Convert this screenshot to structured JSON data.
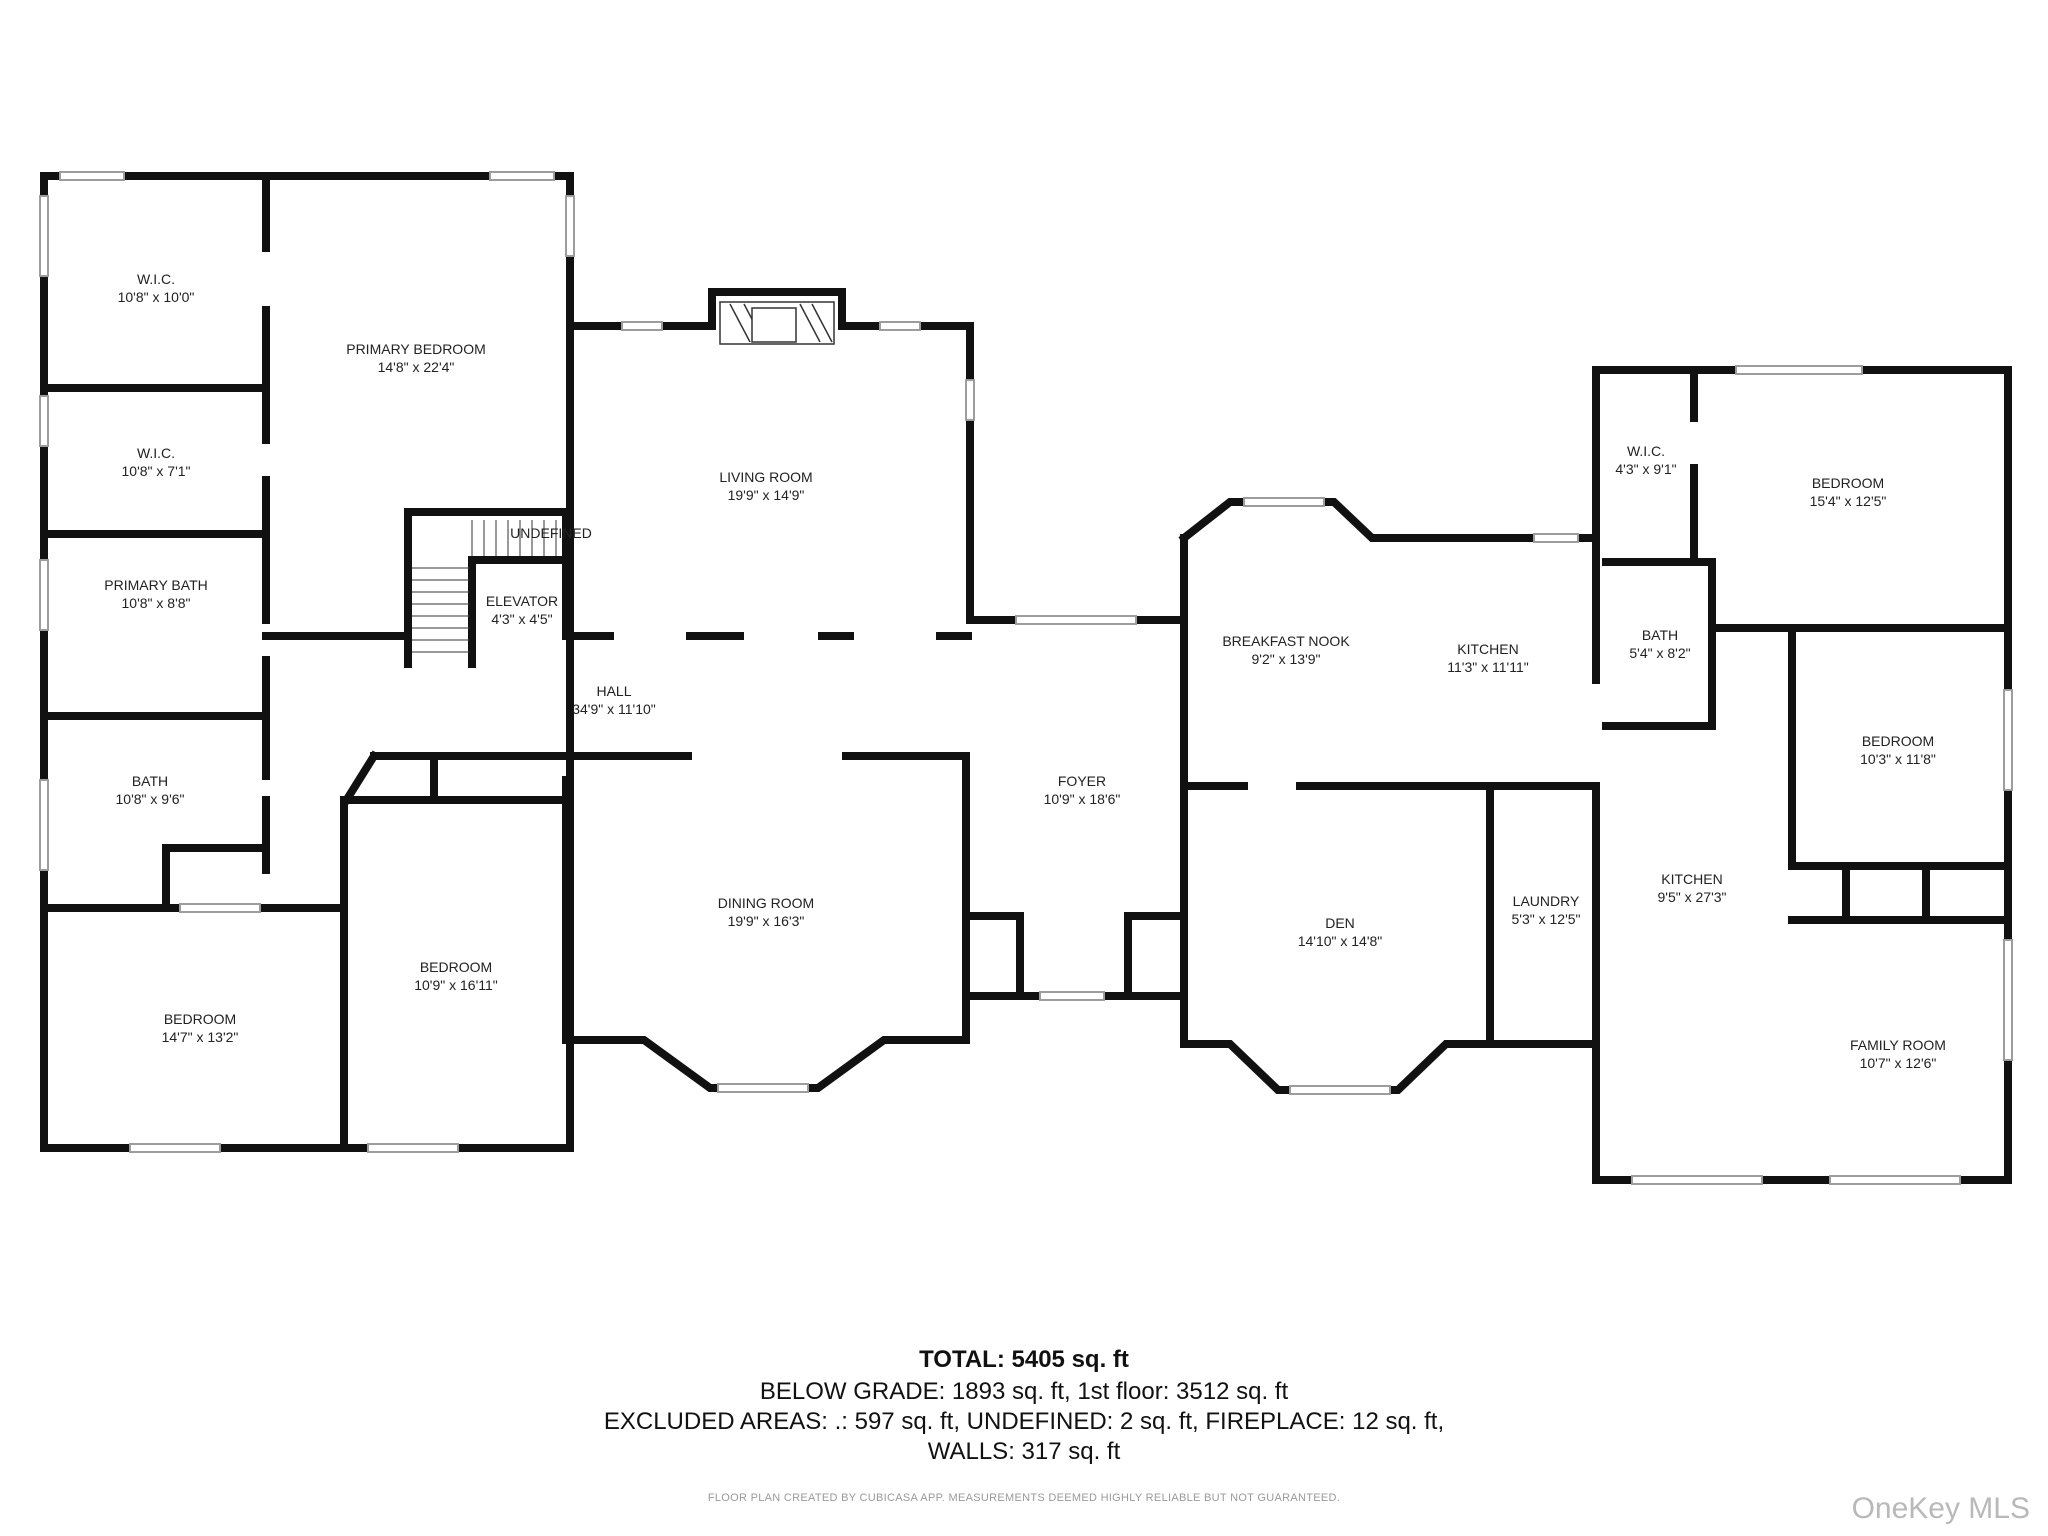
{
  "rooms": [
    {
      "name": "W.I.C.",
      "dims": "10'8\" x 10'0\""
    },
    {
      "name": "W.I.C.",
      "dims": "10'8\" x 7'1\""
    },
    {
      "name": "PRIMARY BATH",
      "dims": "10'8\" x 8'8\""
    },
    {
      "name": "BATH",
      "dims": "10'8\" x 9'6\""
    },
    {
      "name": "BEDROOM",
      "dims": "14'7\" x 13'2\""
    },
    {
      "name": "PRIMARY BEDROOM",
      "dims": "14'8\" x 22'4\""
    },
    {
      "name": "UNDEFINED",
      "dims": ""
    },
    {
      "name": "ELEVATOR",
      "dims": "4'3\" x 4'5\""
    },
    {
      "name": "HALL",
      "dims": "34'9\" x 11'10\""
    },
    {
      "name": "BEDROOM",
      "dims": "10'9\" x 16'11\""
    },
    {
      "name": "LIVING ROOM",
      "dims": "19'9\" x 14'9\""
    },
    {
      "name": "DINING ROOM",
      "dims": "19'9\" x 16'3\""
    },
    {
      "name": "FOYER",
      "dims": "10'9\" x 18'6\""
    },
    {
      "name": "BREAKFAST NOOK",
      "dims": "9'2\" x 13'9\""
    },
    {
      "name": "KITCHEN",
      "dims": "11'3\" x 11'11\""
    },
    {
      "name": "DEN",
      "dims": "14'10\" x 14'8\""
    },
    {
      "name": "LAUNDRY",
      "dims": "5'3\" x 12'5\""
    },
    {
      "name": "W.I.C.",
      "dims": "4'3\" x 9'1\""
    },
    {
      "name": "BEDROOM",
      "dims": "15'4\" x 12'5\""
    },
    {
      "name": "BATH",
      "dims": "5'4\" x 8'2\""
    },
    {
      "name": "BEDROOM",
      "dims": "10'3\" x 11'8\""
    },
    {
      "name": "KITCHEN",
      "dims": "9'5\" x 27'3\""
    },
    {
      "name": "FAMILY ROOM",
      "dims": "10'7\" x 12'6\""
    }
  ],
  "summary": {
    "total_label": "TOTAL:",
    "total_value": "5405 sq. ft",
    "line1": "BELOW GRADE: 1893 sq. ft, 1st floor: 3512 sq. ft",
    "line2": "EXCLUDED AREAS: .: 597 sq. ft, UNDEFINED: 2 sq. ft, FIREPLACE: 12 sq. ft,",
    "line3": "WALLS: 317 sq. ft"
  },
  "disclaimer": "FLOOR PLAN CREATED BY CUBICASA APP. MEASUREMENTS DEEMED HIGHLY RELIABLE BUT NOT GUARANTEED.",
  "brand": "OneKey MLS",
  "colors": {
    "wall": "#111111",
    "window": "#bdbdbd"
  }
}
